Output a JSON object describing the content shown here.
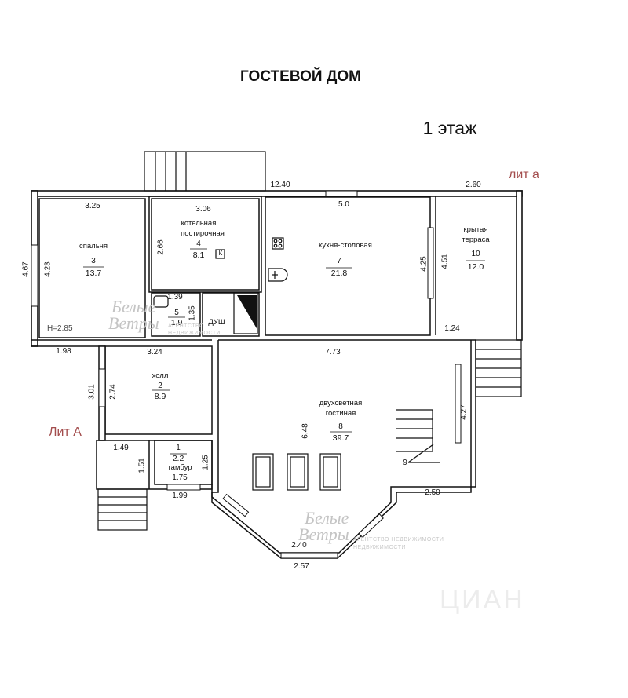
{
  "title": "ГОСТЕВОЙ ДОМ",
  "floor": "1 этаж",
  "lit_small": "лит а",
  "lit_big": "Лит А",
  "height_note": "H=2.85",
  "watermark": {
    "brand_top": "Белые",
    "brand_bottom": "Ветры",
    "agency_1": "АГЕНТСТВО",
    "agency_2": "НЕДВИЖИМОСТИ",
    "agency_full": "АГЕНТСТВО НЕДВИЖИМОСТИ",
    "agency_tail": "НЕДВИЖИМОСТИ",
    "cian": "ЦИАН"
  },
  "rooms": {
    "r3": {
      "name": "спальня",
      "num": "3",
      "area": "13.7"
    },
    "r4": {
      "name_1": "котельная",
      "name_2": "постирочная",
      "num": "4",
      "area": "8.1",
      "boiler_mark": "К"
    },
    "r5": {
      "num": "5",
      "area": "1.9"
    },
    "shower": {
      "name": "ДУШ"
    },
    "r7": {
      "name": "кухня-столовая",
      "num": "7",
      "area": "21.8"
    },
    "r10": {
      "name_1": "крытая",
      "name_2": "терраса",
      "num": "10",
      "area": "12.0"
    },
    "r2": {
      "name": "холл",
      "num": "2",
      "area": "8.9"
    },
    "r1": {
      "name": "тамбур",
      "num": "1",
      "area": "2.2"
    },
    "r8": {
      "name_1": "двухсветная",
      "name_2": "гостиная",
      "num": "8",
      "area": "39.7"
    },
    "r9": {
      "num": "9"
    }
  },
  "dims": {
    "d1240": "12.40",
    "d260": "2.60",
    "d325": "3.25",
    "d306": "3.06",
    "d50": "5.0",
    "d467": "4.67",
    "d423": "4.23",
    "d266": "2.66",
    "d425": "4.25",
    "d451": "4.51",
    "d139": "1.39",
    "d135": "1.35",
    "d198": "1.98",
    "d324": "3.24",
    "d773": "7.73",
    "d124": "1.24",
    "d301": "3.01",
    "d274": "2.74",
    "d648": "6.48",
    "d427": "4.27",
    "d149": "1.49",
    "d151": "1.51",
    "d125": "1.25",
    "d175": "1.75",
    "d199": "1.99",
    "d250": "2.50",
    "d240": "2.40",
    "d257": "2.57"
  }
}
